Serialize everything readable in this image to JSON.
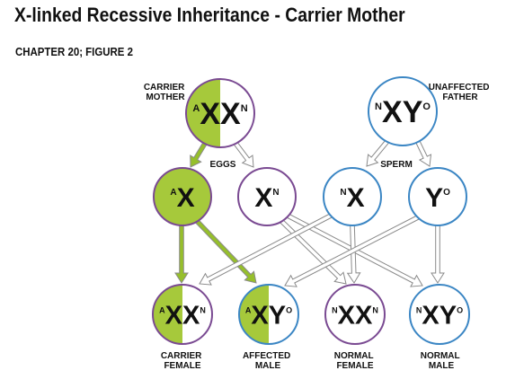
{
  "title": "X-linked Recessive Inheritance - Carrier Mother",
  "subtitle": "CHAPTER 20; FIGURE 2",
  "labels": {
    "carrier_mother": [
      "CARRIER",
      "MOTHER"
    ],
    "unaffected_father": [
      "UNAFFECTED",
      "FATHER"
    ],
    "eggs": "EGGS",
    "sperm": "SPERM",
    "carrier_female": [
      "CARRIER",
      "FEMALE"
    ],
    "affected_male": [
      "AFFECTED",
      "MALE"
    ],
    "normal_female": [
      "NORMAL",
      "FEMALE"
    ],
    "normal_male": [
      "NORMAL",
      "MALE"
    ]
  },
  "genotypes": {
    "mother": [
      {
        "sup": "A",
        "base": "X"
      },
      {
        "sup": "N",
        "base": "X",
        "after": true
      }
    ],
    "father": [
      {
        "sup": "N",
        "base": "X"
      },
      {
        "sup": "O",
        "base": "Y",
        "after": true
      }
    ],
    "egg_a": [
      {
        "sup": "A",
        "base": "X"
      }
    ],
    "egg_n": [
      {
        "sup": "N",
        "base": "X",
        "after": true
      }
    ],
    "sperm_x": [
      {
        "sup": "N",
        "base": "X"
      }
    ],
    "sperm_y": [
      {
        "sup": "O",
        "base": "Y",
        "after": true
      }
    ],
    "child_carrier_female": [
      {
        "sup": "A",
        "base": "X"
      },
      {
        "sup": "N",
        "base": "X",
        "after": true
      }
    ],
    "child_affected_male": [
      {
        "sup": "A",
        "base": "X"
      },
      {
        "sup": "O",
        "base": "Y",
        "after": true
      }
    ],
    "child_normal_female": [
      {
        "sup": "N",
        "base": "X"
      },
      {
        "sup": "N",
        "base": "X",
        "after": true
      }
    ],
    "child_normal_male": [
      {
        "sup": "N",
        "base": "X"
      },
      {
        "sup": "O",
        "base": "Y",
        "after": true
      }
    ]
  },
  "colors": {
    "affected_fill": "#a6c93b",
    "female_border": "#7a4a92",
    "male_border": "#3b86c4",
    "affected_arrow": "#96bf2b",
    "normal_arrow": "#ffffff",
    "arrow_outline": "#8a8a8a"
  }
}
